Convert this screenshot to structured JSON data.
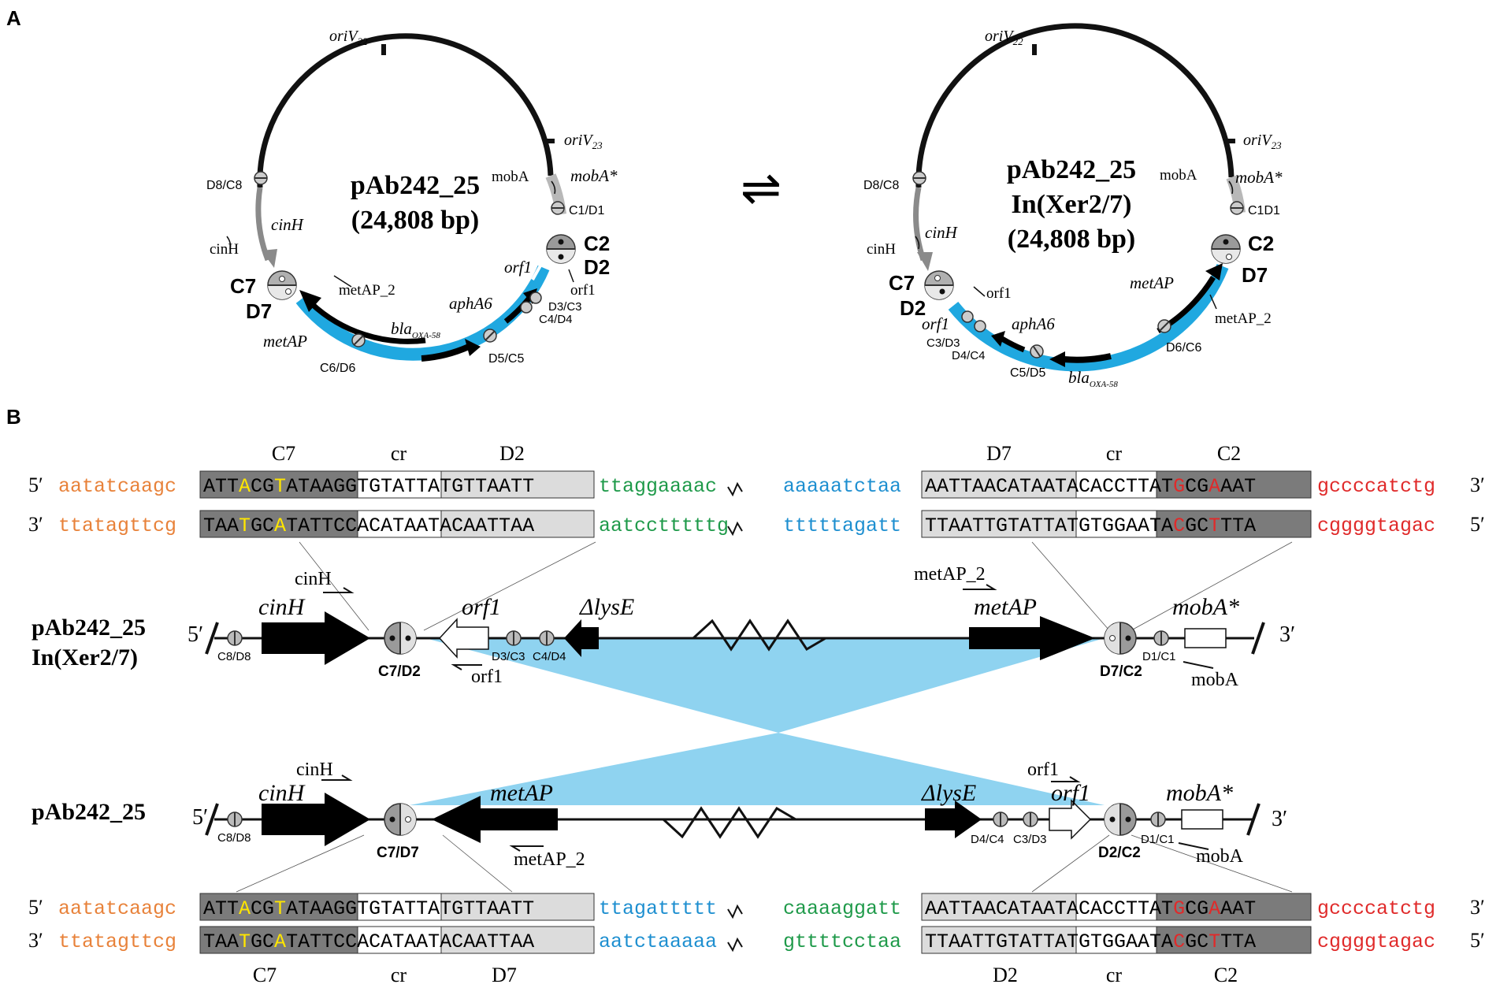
{
  "panel_labels": {
    "a": "A",
    "b": "B"
  },
  "panel_a": {
    "left_plasmid": {
      "name": "pAb242_25",
      "size": "(24,808 bp)",
      "labels": {
        "oriV22": "oriV",
        "oriV22_sub": "22",
        "oriV23": "oriV",
        "oriV23_sub": "23",
        "mobA_primer": "mobA",
        "mobA_gene": "mobA*",
        "c1d1": "C1/D1",
        "c2": "C2",
        "d2": "D2",
        "orf1_gene": "orf1",
        "orf1_primer": "orf1",
        "d3c3": "D3/C3",
        "c4d4": "C4/D4",
        "aphA6": "aphA6",
        "d5c5": "D5/C5",
        "bla": "bla",
        "bla_sub": "OXA-58",
        "c6d6": "C6/D6",
        "metAP_gene": "metAP",
        "metAP_primer": "metAP_2",
        "c7": "C7",
        "d7": "D7",
        "cinH_primer": "cinH",
        "cinH_gene": "cinH",
        "d8c8": "D8/C8"
      }
    },
    "equilibrium": "⇌",
    "right_plasmid": {
      "name": "pAb242_25",
      "name2": "In(Xer2/7)",
      "size": "(24,808 bp)",
      "labels": {
        "oriV22": "oriV",
        "oriV22_sub": "22",
        "oriV23": "oriV",
        "oriV23_sub": "23",
        "mobA_primer": "mobA",
        "mobA_gene": "mobA*",
        "c1d1": "C1D1",
        "c2": "C2",
        "d7": "D7",
        "metAP_gene": "metAP",
        "metAP_primer": "metAP_2",
        "d6c6": "D6/C6",
        "bla": "bla",
        "bla_sub": "OXA-58",
        "c5d5": "C5/D5",
        "d4c4": "D4/C4",
        "c3d3": "C3/D3",
        "aphA6": "aphA6",
        "orf1_gene": "orf1",
        "orf1_primer": "orf1",
        "c7": "C7",
        "d2": "D2",
        "cinH_primer": "cinH",
        "cinH_gene": "cinH",
        "d8c8": "D8/C8"
      }
    }
  },
  "panel_b": {
    "top_seq": {
      "headers": [
        "C7",
        "cr",
        "D2",
        "D7",
        "cr",
        "C2"
      ],
      "strand1": {
        "left_end": "5′",
        "right_end": "3′",
        "left": "aatatcaagc",
        "box_c7": [
          "ATT",
          "A",
          "CG",
          "T",
          "ATAA"
        ],
        "box_cr1": "GGTGTA",
        "box_d2": "TTATGTTAATT",
        "mid_left": "ttaggaaaac",
        "mid_right": "aaaaatctaa",
        "box_d7": "AATTAACATAA",
        "box_cr2": "TACACC",
        "box_c2": [
          "TTAT",
          "G",
          "CG",
          "A",
          "AAT"
        ],
        "right": "gccccatctg"
      },
      "strand2": {
        "left_end": "3′",
        "right_end": "5′",
        "left": "ttatagttcg",
        "box_c7": [
          "TAA",
          "T",
          "GC",
          "A",
          "TATT"
        ],
        "box_cr1": "CCACAT",
        "box_d2": "AATACAATTAA",
        "mid_left": "aatcctttttg",
        "mid_right": "tttttagatt",
        "box_d7": "TTAATTGTATT",
        "box_cr2": "ATGTGG",
        "box_c2": [
          "AATA",
          "C",
          "GC",
          "T",
          "TTA"
        ],
        "right": "cggggtagac"
      }
    },
    "inv_map": {
      "title1": "pAb242_25",
      "title2": "In(Xer2/7)",
      "five": "5′",
      "three": "3′",
      "cinH_primer": "cinH",
      "cinH_gene": "cinH",
      "orf1_gene": "orf1",
      "orf1_primer": "orf1",
      "lysE": "ΔlysE",
      "metAP_primer": "metAP_2",
      "metAP_gene": "metAP",
      "mobA_gene": "mobA*",
      "mobA_primer": "mobA",
      "c8d8": "C8/D8",
      "c7d2": "C7/D2",
      "d3c3": "D3/C3",
      "c4d4": "C4/D4",
      "d7c2": "D7/C2",
      "d1c1": "D1/C1"
    },
    "orig_map": {
      "title": "pAb242_25",
      "five": "5′",
      "three": "3′",
      "cinH_primer": "cinH",
      "cinH_gene": "cinH",
      "metAP_gene": "metAP",
      "metAP_primer": "metAP_2",
      "lysE": "ΔlysE",
      "orf1_primer": "orf1",
      "orf1_gene": "orf1",
      "mobA_gene": "mobA*",
      "mobA_primer": "mobA",
      "c8d8": "C8/D8",
      "c7d7": "C7/D7",
      "d4c4": "D4/C4",
      "c3d3": "C3/D3",
      "d2c2": "D2/C2",
      "d1c1": "D1/C1"
    },
    "bottom_seq": {
      "headers": [
        "C7",
        "cr",
        "D7",
        "D2",
        "cr",
        "C2"
      ],
      "strand1": {
        "left_end": "5′",
        "right_end": "3′",
        "left": "aatatcaagc",
        "box_c7": [
          "ATT",
          "A",
          "CG",
          "T",
          "ATAA"
        ],
        "box_cr1": "GGTGTA",
        "box_d7": "TTATGTTAATT",
        "mid_left": "ttagattttt",
        "mid_right": "caaaaggatt",
        "box_d2": "AATTAACATAA",
        "box_cr2": "TACACC",
        "box_c2": [
          "TTAT",
          "G",
          "CG",
          "A",
          "AAT"
        ],
        "right": "gccccatctg"
      },
      "strand2": {
        "left_end": "3′",
        "right_end": "5′",
        "left": "ttatagttcg",
        "box_c7": [
          "TAA",
          "T",
          "GC",
          "A",
          "TATT"
        ],
        "box_cr1": "CCACAT",
        "box_d7": "AATACAATTAA",
        "mid_left": "aatctaaaaa",
        "mid_right": "gttttcctaa",
        "box_d2": "TTAATTGTATT",
        "box_cr2": "ATGTGG",
        "box_c2": [
          "AATA",
          "C",
          "GC",
          "T",
          "TTA"
        ],
        "right": "cggggtagac"
      }
    }
  },
  "colors": {
    "orange": "#e8823a",
    "green": "#1f9a4a",
    "blue": "#1e8fd0",
    "red": "#e02a2a",
    "cyan_fill": "#8fd3f0",
    "cassette": "#20a8e0",
    "yellow": "#ffe600",
    "dark_box": "#7b7b7b",
    "light_box": "#dcdcdc"
  }
}
